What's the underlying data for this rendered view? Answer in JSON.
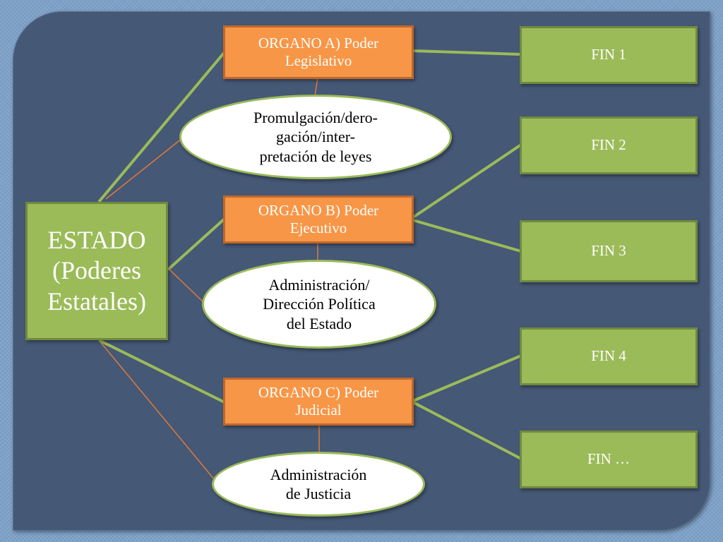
{
  "root": {
    "label": "ESTADO\n(Poderes\nEstatales)"
  },
  "organs": [
    {
      "label": "ORGANO A) Poder\nLegislativo",
      "function": "Promulgación/dero-\ngación/inter-\npretación de leyes"
    },
    {
      "label": "ORGANO B) Poder\nEjecutivo",
      "function": "Administración/\nDirección Política\ndel Estado"
    },
    {
      "label": "ORGANO C) Poder\nJudicial",
      "function": "Administración\nde Justicia"
    }
  ],
  "fines": [
    "FIN 1",
    "FIN 2",
    "FIN 3",
    "FIN 4",
    "FIN …"
  ],
  "colors": {
    "green": "#9bbb59",
    "orange": "#f79646",
    "panel": "#455876",
    "background": "#7ea2c8"
  }
}
